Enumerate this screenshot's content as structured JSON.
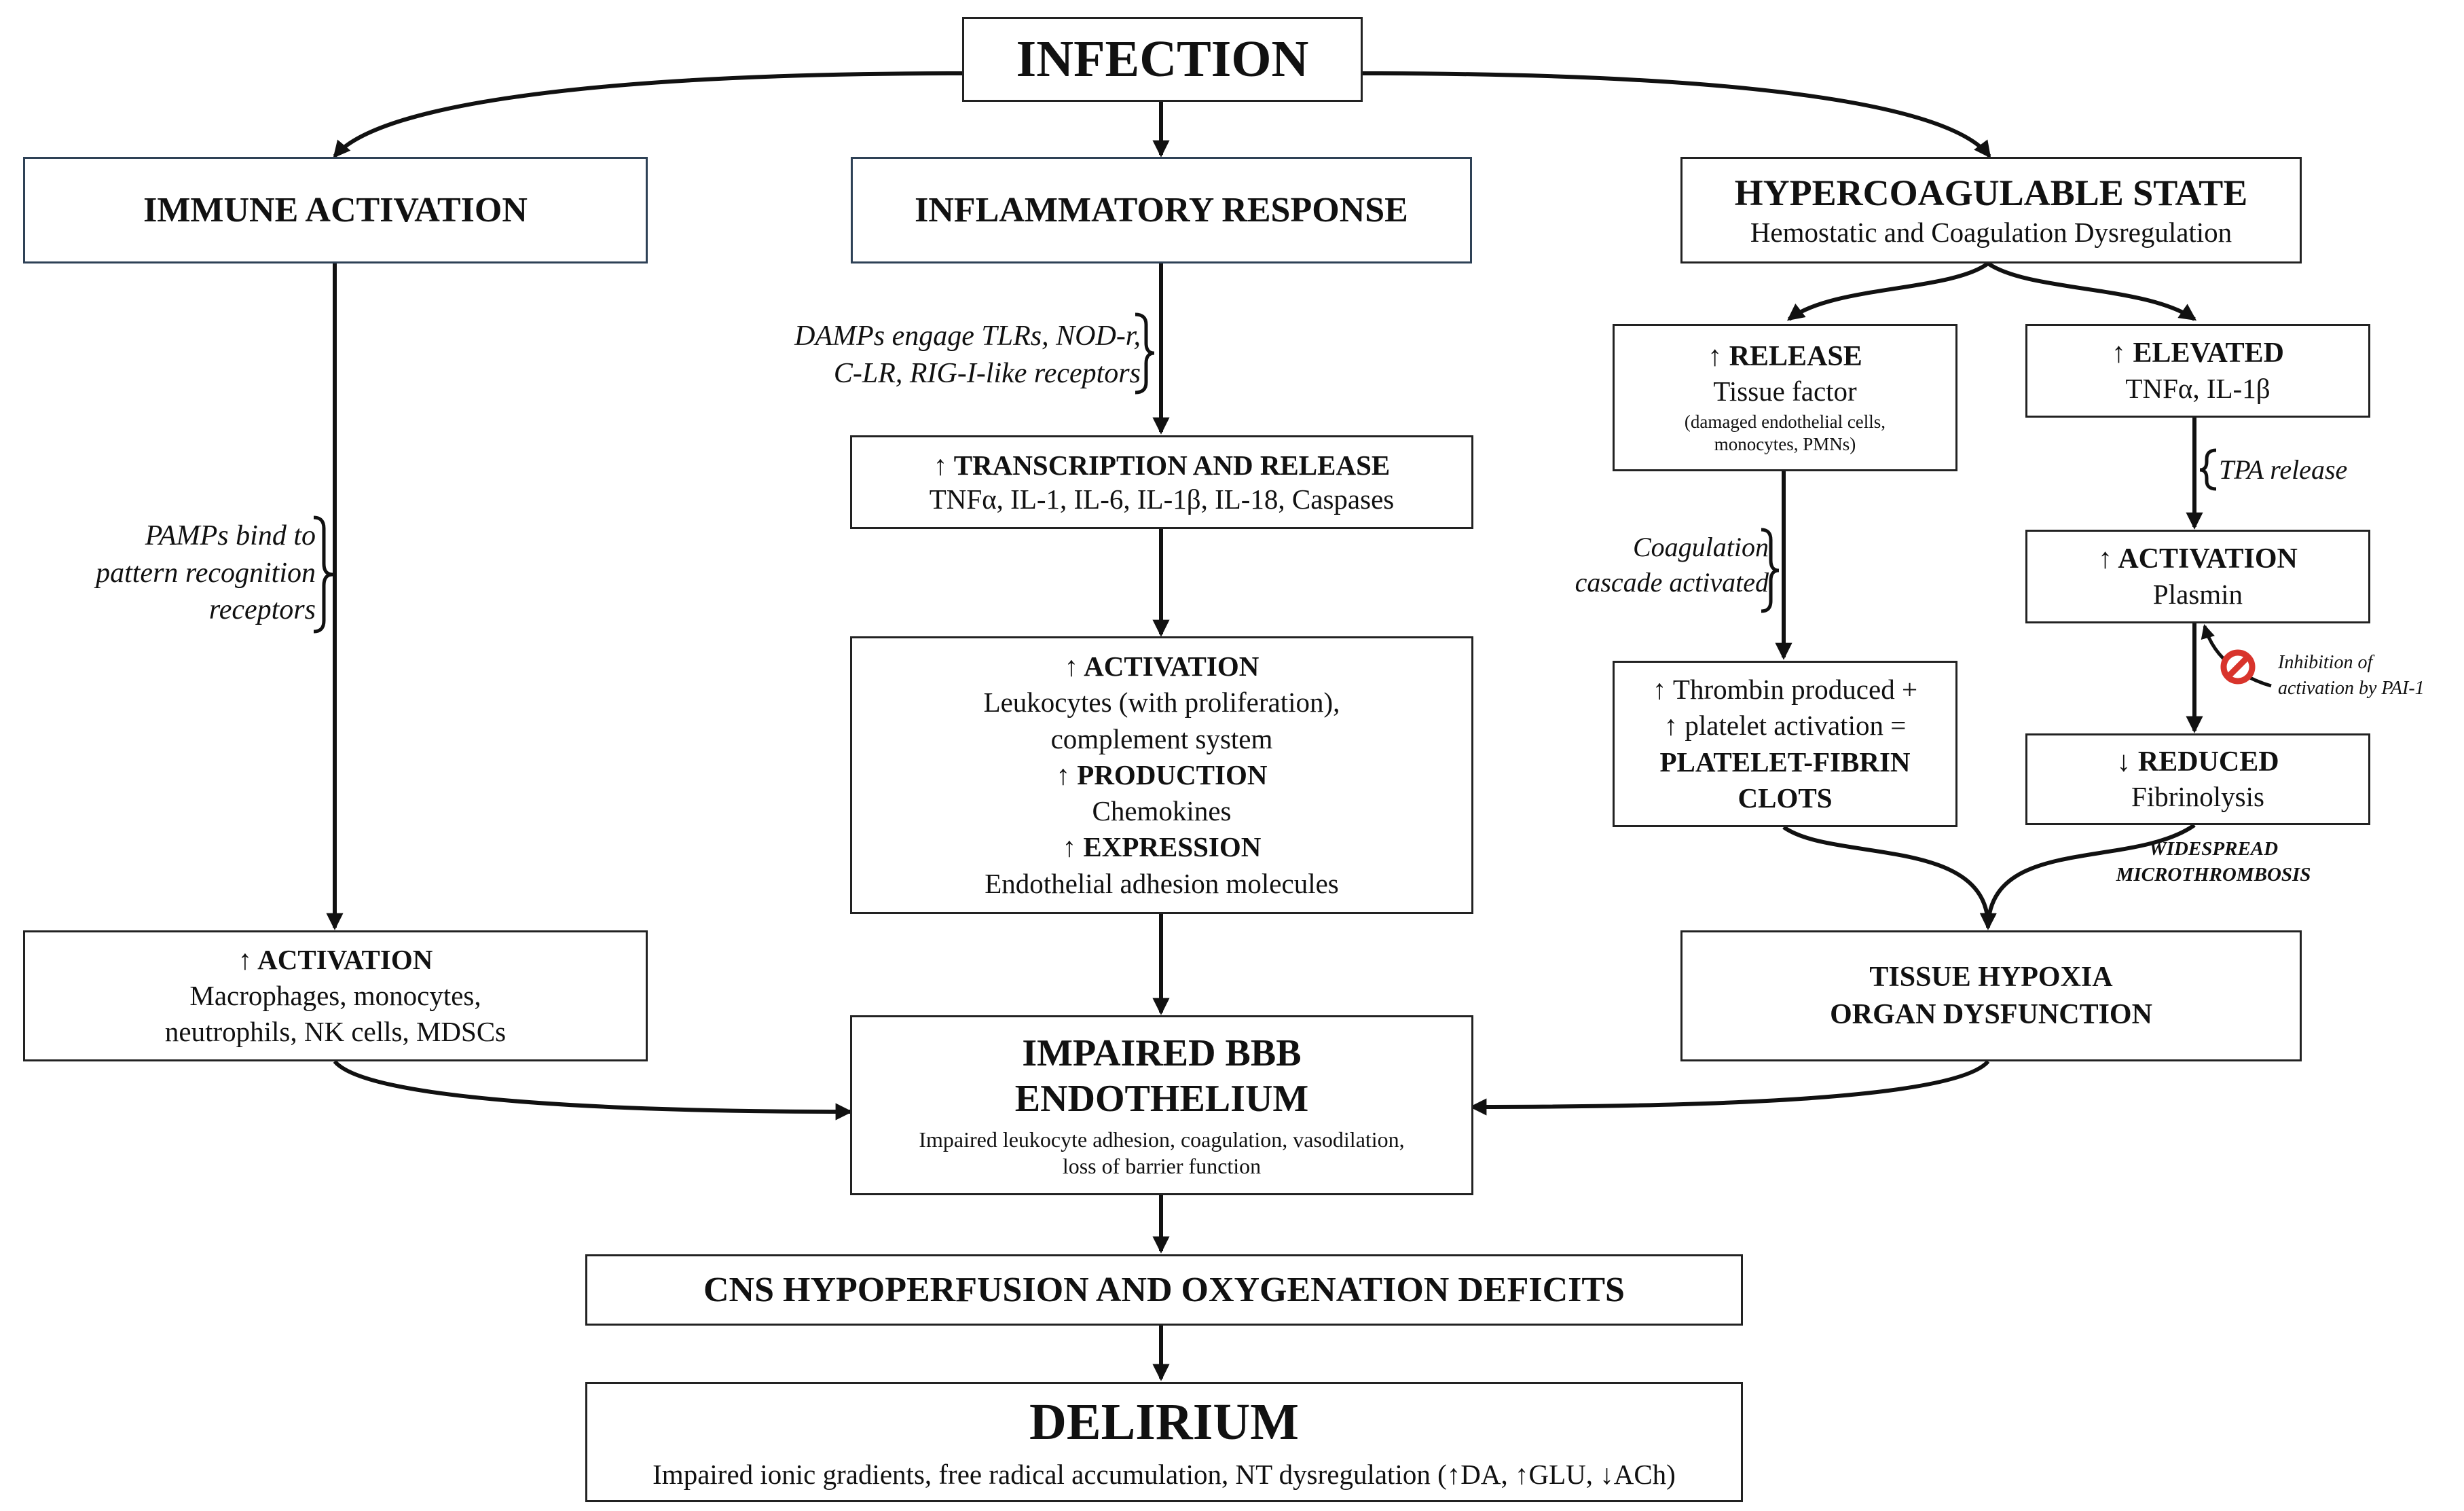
{
  "infection": "INFECTION",
  "immune": {
    "title": "IMMUNE ACTIVATION",
    "note": [
      "PAMPs bind to",
      "pattern recognition",
      "receptors"
    ],
    "activation_head": "↑ ACTIVATION",
    "activation_lines": [
      "Macrophages, monocytes,",
      "neutrophils, NK cells, MDSCs"
    ]
  },
  "inflammatory": {
    "title": "INFLAMMATORY RESPONSE",
    "note": [
      "DAMPs engage TLRs, NOD-r,",
      "C-LR, RIG-I-like receptors"
    ],
    "transcription_head": "↑ TRANSCRIPTION AND RELEASE",
    "transcription_line": "TNFα, IL-1, IL-6, IL-1β, IL-18, Caspases",
    "activation_head": "↑ ACTIVATION",
    "activation_lines": [
      "Leukocytes (with proliferation),",
      "complement system"
    ],
    "production_head": "↑ PRODUCTION",
    "production_line": "Chemokines",
    "expression_head": "↑ EXPRESSION",
    "expression_line": "Endothelial adhesion molecules"
  },
  "hyper": {
    "title": "HYPERCOAGULABLE STATE",
    "subtitle": "Hemostatic and Coagulation Dysregulation",
    "release_head": "↑ RELEASE",
    "release_line": "Tissue factor",
    "release_small": [
      "(damaged endothelial cells,",
      "monocytes, PMNs)"
    ],
    "elevated_head": "↑ ELEVATED",
    "elevated_line": "TNFα, IL-1β",
    "coag_note": [
      "Coagulation",
      "cascade activated"
    ],
    "tpa_note": "TPA release",
    "thrombin_lines": [
      "↑ Thrombin produced +",
      "↑ platelet activation ="
    ],
    "thrombin_bold": [
      "PLATELET-FIBRIN",
      "CLOTS"
    ],
    "plasmin_head": "↑ ACTIVATION",
    "plasmin_line": "Plasmin",
    "pai_note": [
      "Inhibition of",
      "activation by PAI-1"
    ],
    "reduced_head": "↓ REDUCED",
    "reduced_line": "Fibrinolysis",
    "micro_note": [
      "WIDESPREAD",
      "MICROTHROMBOSIS"
    ],
    "hypoxia_lines": [
      "TISSUE HYPOXIA",
      "ORGAN DYSFUNCTION"
    ]
  },
  "bbb": {
    "title": [
      "IMPAIRED BBB",
      "ENDOTHELIUM"
    ],
    "desc": [
      "Impaired leukocyte adhesion, coagulation, vasodilation,",
      "loss of barrier function"
    ]
  },
  "cns": "CNS HYPOPERFUSION AND OXYGENATION DEFICITS",
  "delirium": {
    "title": "DELIRIUM",
    "desc": "Impaired ionic gradients, free radical accumulation, NT dysregulation (↑DA, ↑GLU, ↓ACh)"
  },
  "colors": {
    "line": "#111111",
    "box_border_blue": "#2e4156",
    "inhibit_red": "#d8342c"
  },
  "icons": {
    "inhibit": "no-entry-icon"
  }
}
